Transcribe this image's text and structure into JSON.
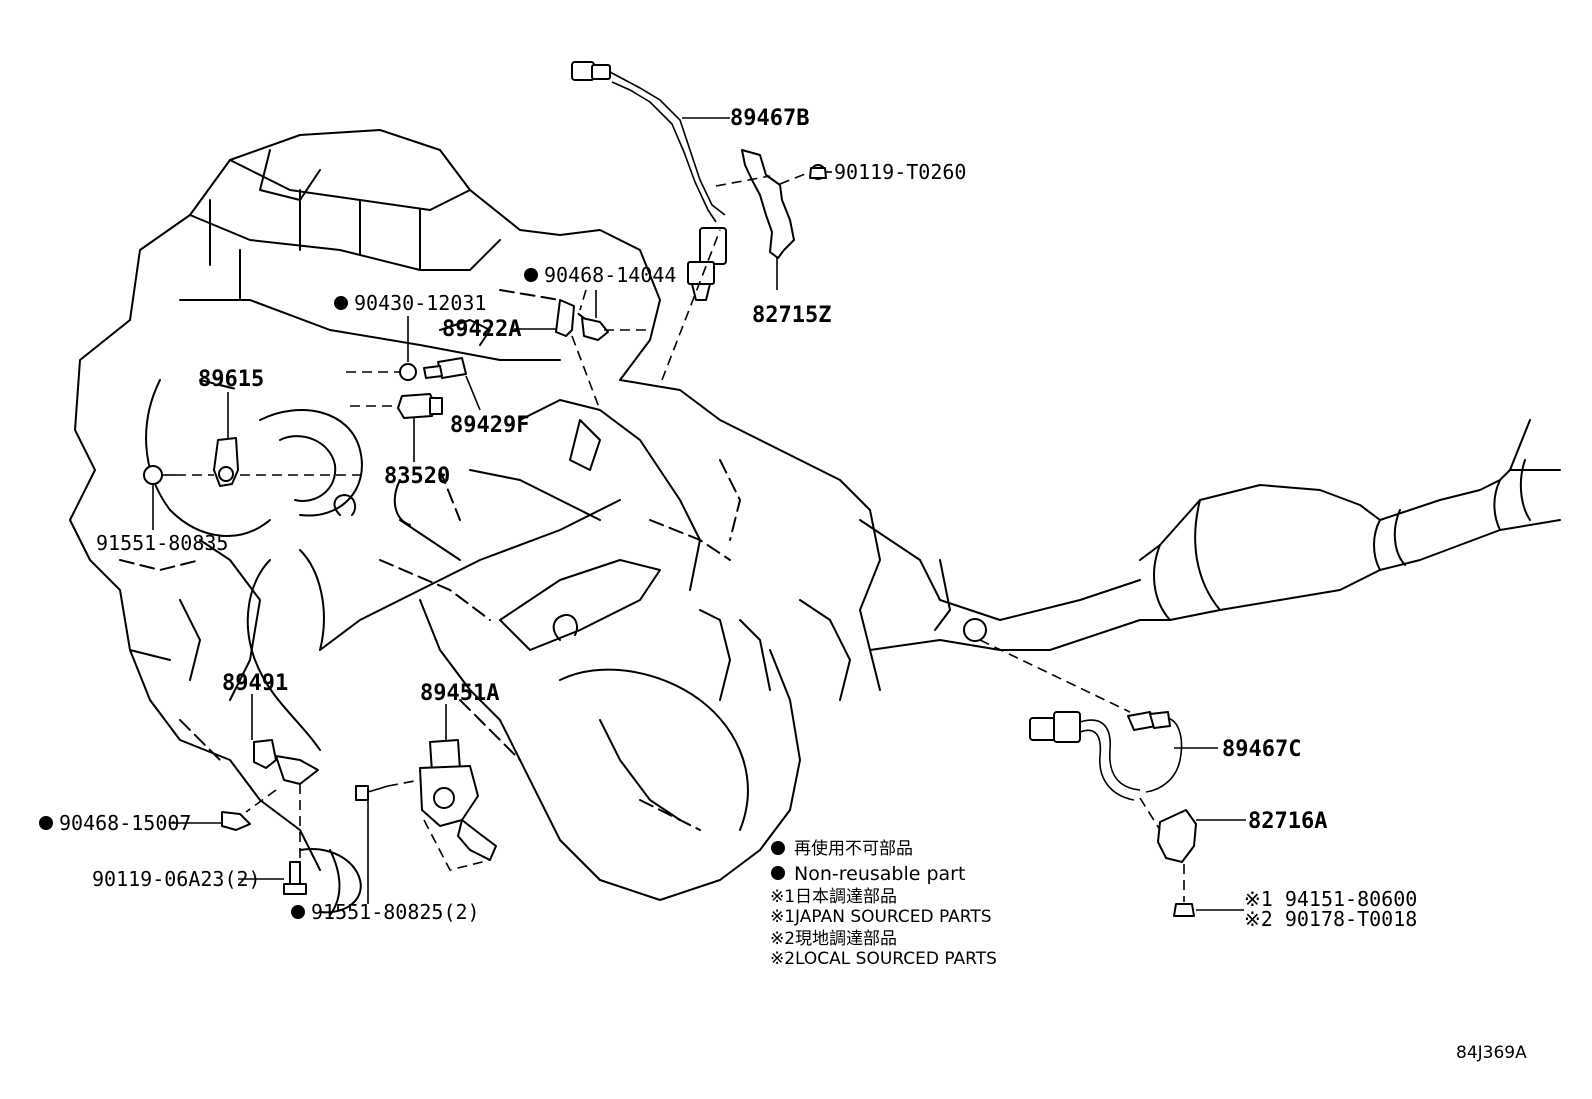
{
  "diagram_code": "84J369A",
  "callouts": {
    "p89467B": "89467B",
    "p90119T0260": "90119-T0260",
    "p82715Z": "82715Z",
    "p9046814044": "90468-14044",
    "p9043012031": "90430-12031",
    "p89422A": "89422A",
    "p89615": "89615",
    "p89429F": "89429F",
    "p83520": "83520",
    "p9155180835": "91551-80835",
    "p89491": "89491",
    "p89451A": "89451A",
    "p9046815007": "90468-15007",
    "p9011906A23": "90119-06A23(2)",
    "p9155180825": "91551-80825(2)",
    "p89467C": "89467C",
    "p82716A": "82716A",
    "p9415180600": "※1 94151-80600",
    "p90178T0018": "※2 90178-T0018"
  },
  "legend": {
    "non_reusable_jp": "再使用不可部品",
    "non_reusable_en": "Non-reusable part",
    "japan_sourced_jp": "※1日本調達部品",
    "japan_sourced_en": "※1JAPAN SOURCED PARTS",
    "local_sourced_jp": "※2現地調達部品",
    "local_sourced_en": "※2LOCAL SOURCED PARTS"
  }
}
